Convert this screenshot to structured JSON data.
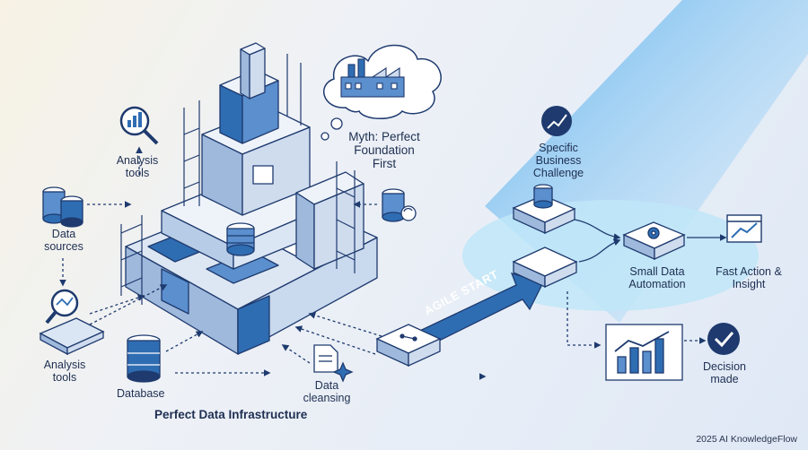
{
  "labels": {
    "analysis_tools_top": "Analysis tools",
    "data_sources": "Data sources",
    "analysis_tools_bottom": "Analysis tools",
    "database": "Database",
    "data_cleansing": "Data cleansing",
    "myth": "Myth: Perfect Foundation First",
    "perfect_data_infrastructure": "Perfect Data Infrastructure",
    "agile_start": "AGILE START",
    "specific_business_challenge": "Specific Business Challenge",
    "small_data_automation": "Small Data Automation",
    "fast_action_insight": "Fast Action & Insight",
    "decision_made": "Decision made"
  },
  "credit": "2025 AI KnowledgeFlow",
  "colors": {
    "navy": "#1e3a6e",
    "blue": "#2f6db3",
    "light_blue": "#cfe0f3",
    "highlight": "#bfe6f8",
    "beam": "#7cc3f0"
  },
  "icons": [
    "chart-magnifier-icon",
    "database-icon",
    "dashboard-magnifier-icon",
    "document-sparkle-icon",
    "factory-icon",
    "database-sync-icon",
    "trend-chart-icon",
    "gear-icon",
    "monitor-chart-icon",
    "checkmark-icon",
    "bar-chart-icon"
  ]
}
